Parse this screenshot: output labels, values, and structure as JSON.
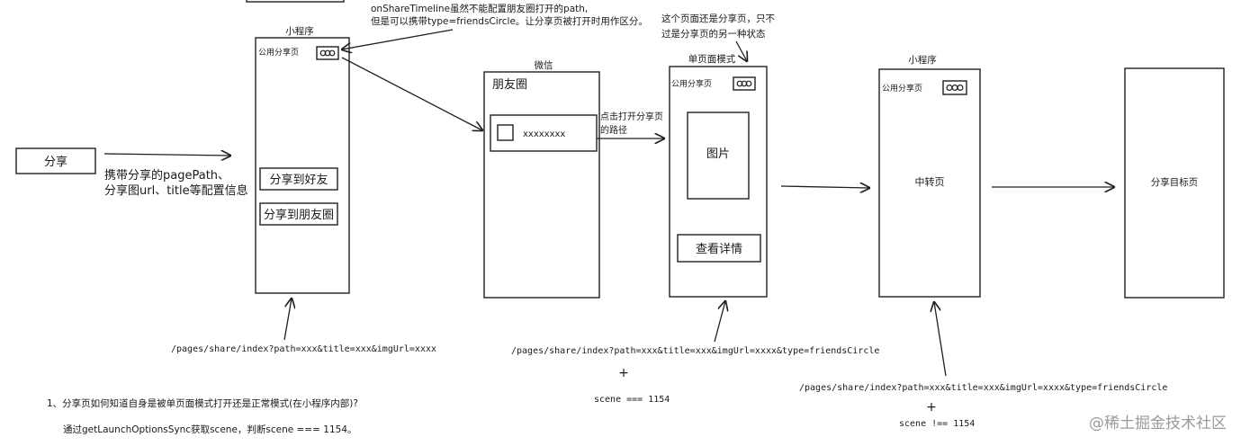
{
  "top_note": {
    "line1": "onShareTimeline虽然不能配置朋友圈打开的path,",
    "line2": "但是可以携带type=friendsCircle。让分享页被打开时用作区分。"
  },
  "single_page_note": {
    "line1": "这个页面还是分享页，只不",
    "line2": "过是分享页的另一种状态"
  },
  "share_button": {
    "label": "分享"
  },
  "share_info": {
    "line1": "携带分享的pagePath、",
    "line2": "分享图url、title等配置信息"
  },
  "miniprogram_1": {
    "title": "小程序",
    "header_label": "公用分享页",
    "share_friend_button": "分享到好友",
    "share_moments_button": "分享到朋友圈"
  },
  "wechat_panel": {
    "title": "微信",
    "header": "朋友圈",
    "card_text": "xxxxxxxx"
  },
  "click_open_note": {
    "line1": "点击打开分享页",
    "line2": "的路径"
  },
  "single_page_panel": {
    "title": "单页面模式",
    "header_label": "公用分享页",
    "image_label": "图片",
    "details_button": "查看详情"
  },
  "miniprogram_2": {
    "title": "小程序",
    "header_label": "公用分享页",
    "body_label": "中转页"
  },
  "target_page": {
    "label": "分享目标页"
  },
  "path_1": "/pages/share/index?path=xxx&title=xxx&imgUrl=xxxx",
  "path_2": "/pages/share/index?path=xxx&title=xxx&imgUrl=xxxx&type=friendsCircle",
  "plus_1": "+",
  "scene_eq": "scene === 1154",
  "path_3": "/pages/share/index?path=xxx&title=xxx&imgUrl=xxxx&type=friendsCircle",
  "plus_2": "+",
  "scene_neq": "scene !== 1154",
  "question": "1、分享页如何知道自身是被单页面模式打开还是正常模式(在小程序内部)?",
  "answer": "通过getLaunchOptionsSync获取scene，判断scene === 1154。",
  "watermark": "@稀土掘金技术社区",
  "icons": {
    "capsule": "capsule-menu-icon",
    "thumbnail": "thumbnail-image-icon"
  }
}
